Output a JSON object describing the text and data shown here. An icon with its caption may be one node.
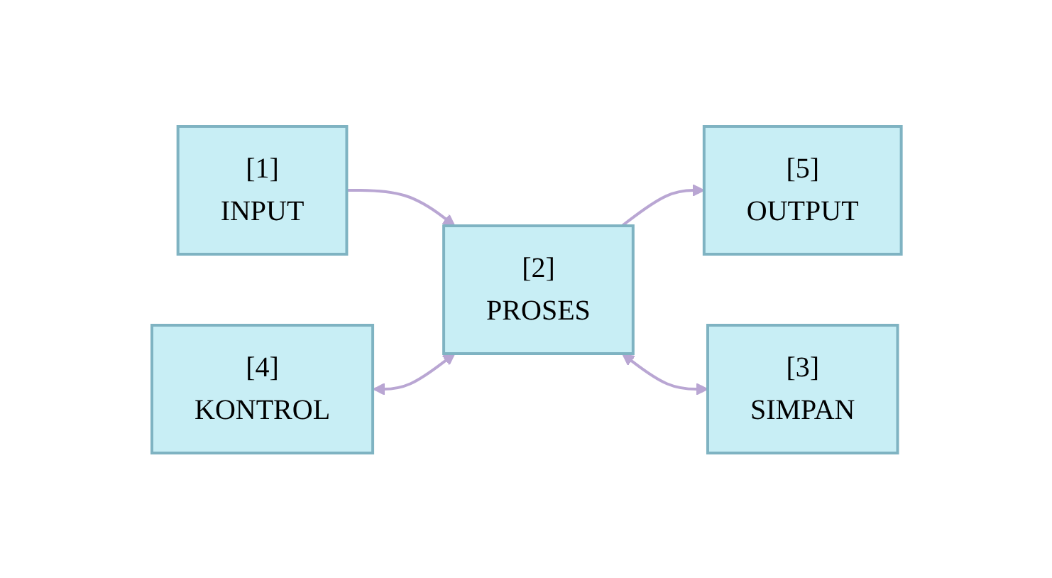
{
  "diagram": {
    "nodes": [
      {
        "text": [
          "[4]",
          "KONTROL"
        ]
      },
      {
        "text": [
          "[1]",
          "INPUT"
        ]
      },
      {
        "text": [
          "[2]",
          "PROSES"
        ]
      },
      {
        "text": [
          "[5]",
          "OUTPUT"
        ]
      },
      {
        "text": [
          "[3]",
          "SIMPAN"
        ]
      }
    ],
    "edges": [
      {
        "from": 1,
        "to": 2,
        "arrow": "to"
      },
      {
        "from": 0,
        "to": 2,
        "arrow": "both"
      },
      {
        "from": 2,
        "to": 3,
        "arrow": "to"
      },
      {
        "from": 2,
        "to": 4,
        "arrow": "both"
      }
    ]
  }
}
